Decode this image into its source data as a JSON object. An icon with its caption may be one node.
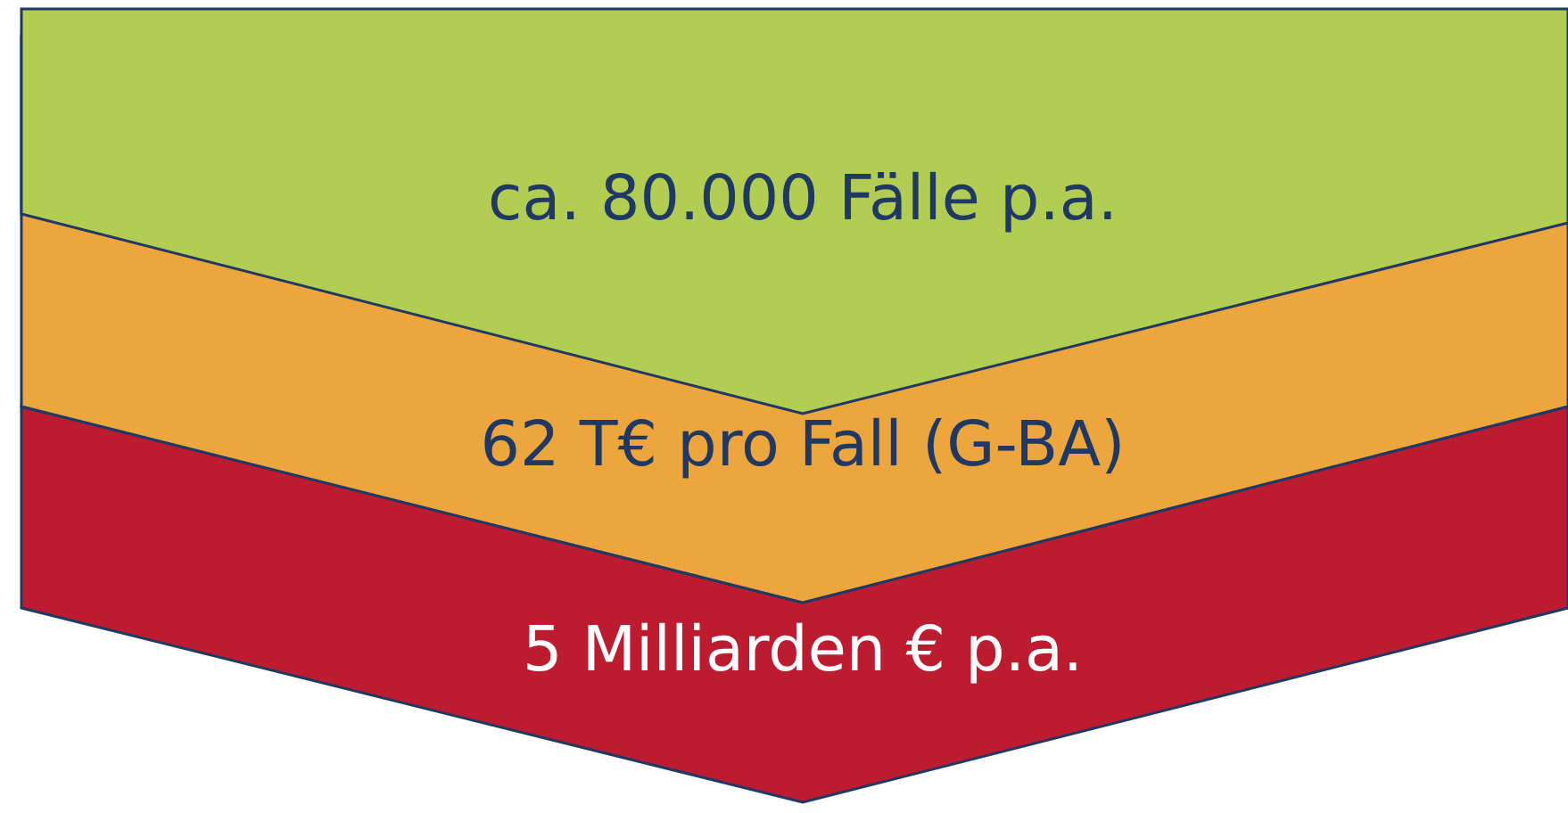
{
  "diagram": {
    "nodes": [
      {
        "text": [
          "ca. 80.000 Fälle p.a."
        ]
      },
      {
        "text": [
          "62 T€ pro Fall (G-BA)"
        ]
      },
      {
        "text": [
          "5 Milliarden € p.a."
        ]
      }
    ]
  }
}
